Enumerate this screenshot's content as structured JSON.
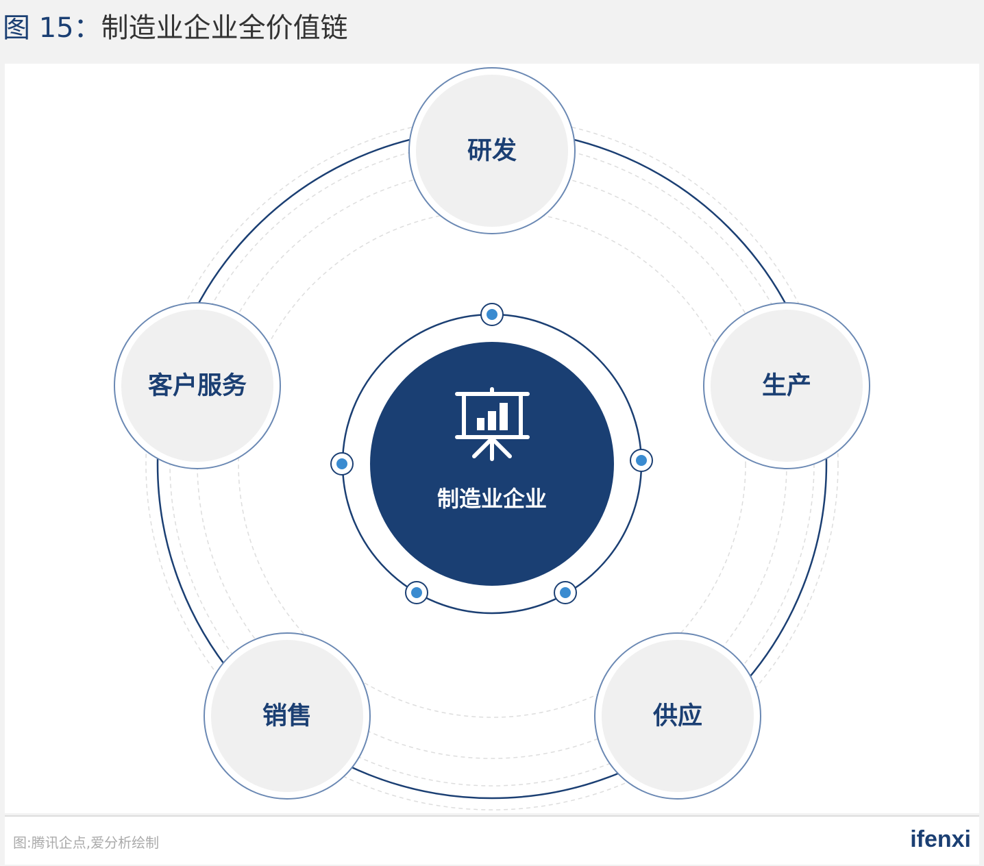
{
  "title": {
    "prefix": "图 15：",
    "text": "制造业企业全价值链"
  },
  "center": {
    "label": "制造业企业",
    "icon": "presentation-chart-icon"
  },
  "nodes": [
    {
      "label": "研发"
    },
    {
      "label": "生产"
    },
    {
      "label": "供应"
    },
    {
      "label": "销售"
    },
    {
      "label": "客户服务"
    }
  ],
  "footer": {
    "source": "图:腾讯企点,爱分析绘制",
    "logo": "ifenxi"
  },
  "colors": {
    "primary": "#1b3f73",
    "dot": "#3a8bd0"
  }
}
